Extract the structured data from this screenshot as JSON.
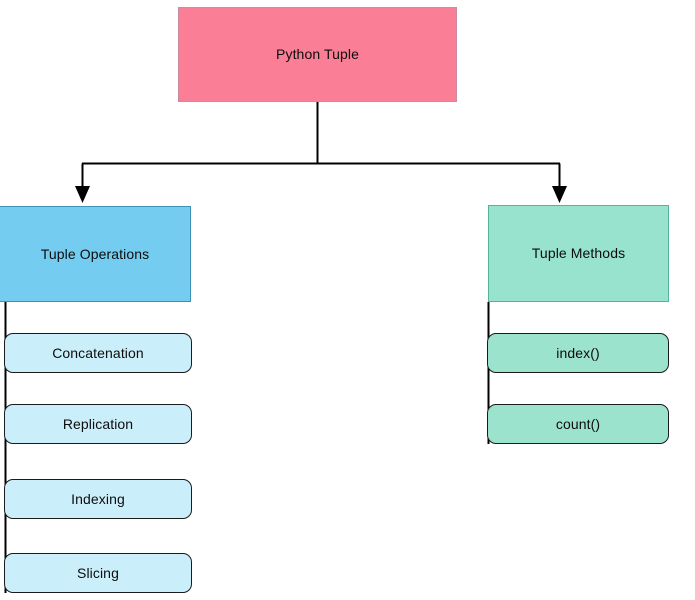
{
  "diagram": {
    "title": "Python Tuple",
    "root": {
      "label": "Python Tuple",
      "fill": "#fa7e95",
      "stroke": "#c98ca3"
    },
    "branches": [
      {
        "label": "Tuple Operations",
        "fill": "#74cdf0",
        "stroke": "#3d92b5",
        "children": [
          {
            "label": "Concatenation",
            "fill": "#cbeefb"
          },
          {
            "label": "Replication",
            "fill": "#cbeefb"
          },
          {
            "label": "Indexing",
            "fill": "#cbeefb"
          },
          {
            "label": "Slicing",
            "fill": "#cbeefb"
          }
        ]
      },
      {
        "label": "Tuple Methods",
        "fill": "#97e3cd",
        "stroke": "#53b49b",
        "children": [
          {
            "label": "index()",
            "fill": "#9ce3ce"
          },
          {
            "label": "count()",
            "fill": "#9ce3ce"
          }
        ]
      }
    ],
    "connector_color": "#000000"
  }
}
